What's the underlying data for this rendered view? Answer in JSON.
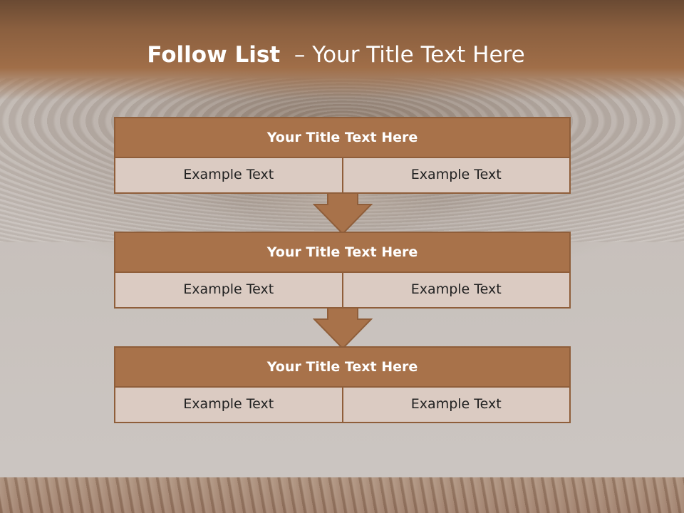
{
  "slide": {
    "title_bold": "Follow List",
    "title_rest": "– Your Title Text Here"
  },
  "blocks": [
    {
      "title": "Your Title Text Here",
      "left": "Example Text",
      "right": "Example Text"
    },
    {
      "title": "Your Title Text Here",
      "left": "Example Text",
      "right": "Example Text"
    },
    {
      "title": "Your Title Text Here",
      "left": "Example Text",
      "right": "Example Text"
    }
  ],
  "colors": {
    "header_band": "#8a5f3f",
    "block_title_fill": "#a8724a",
    "block_cell_fill": "#dbcbc2",
    "border": "#8f5e3a",
    "arrow_fill": "#a8724a"
  }
}
